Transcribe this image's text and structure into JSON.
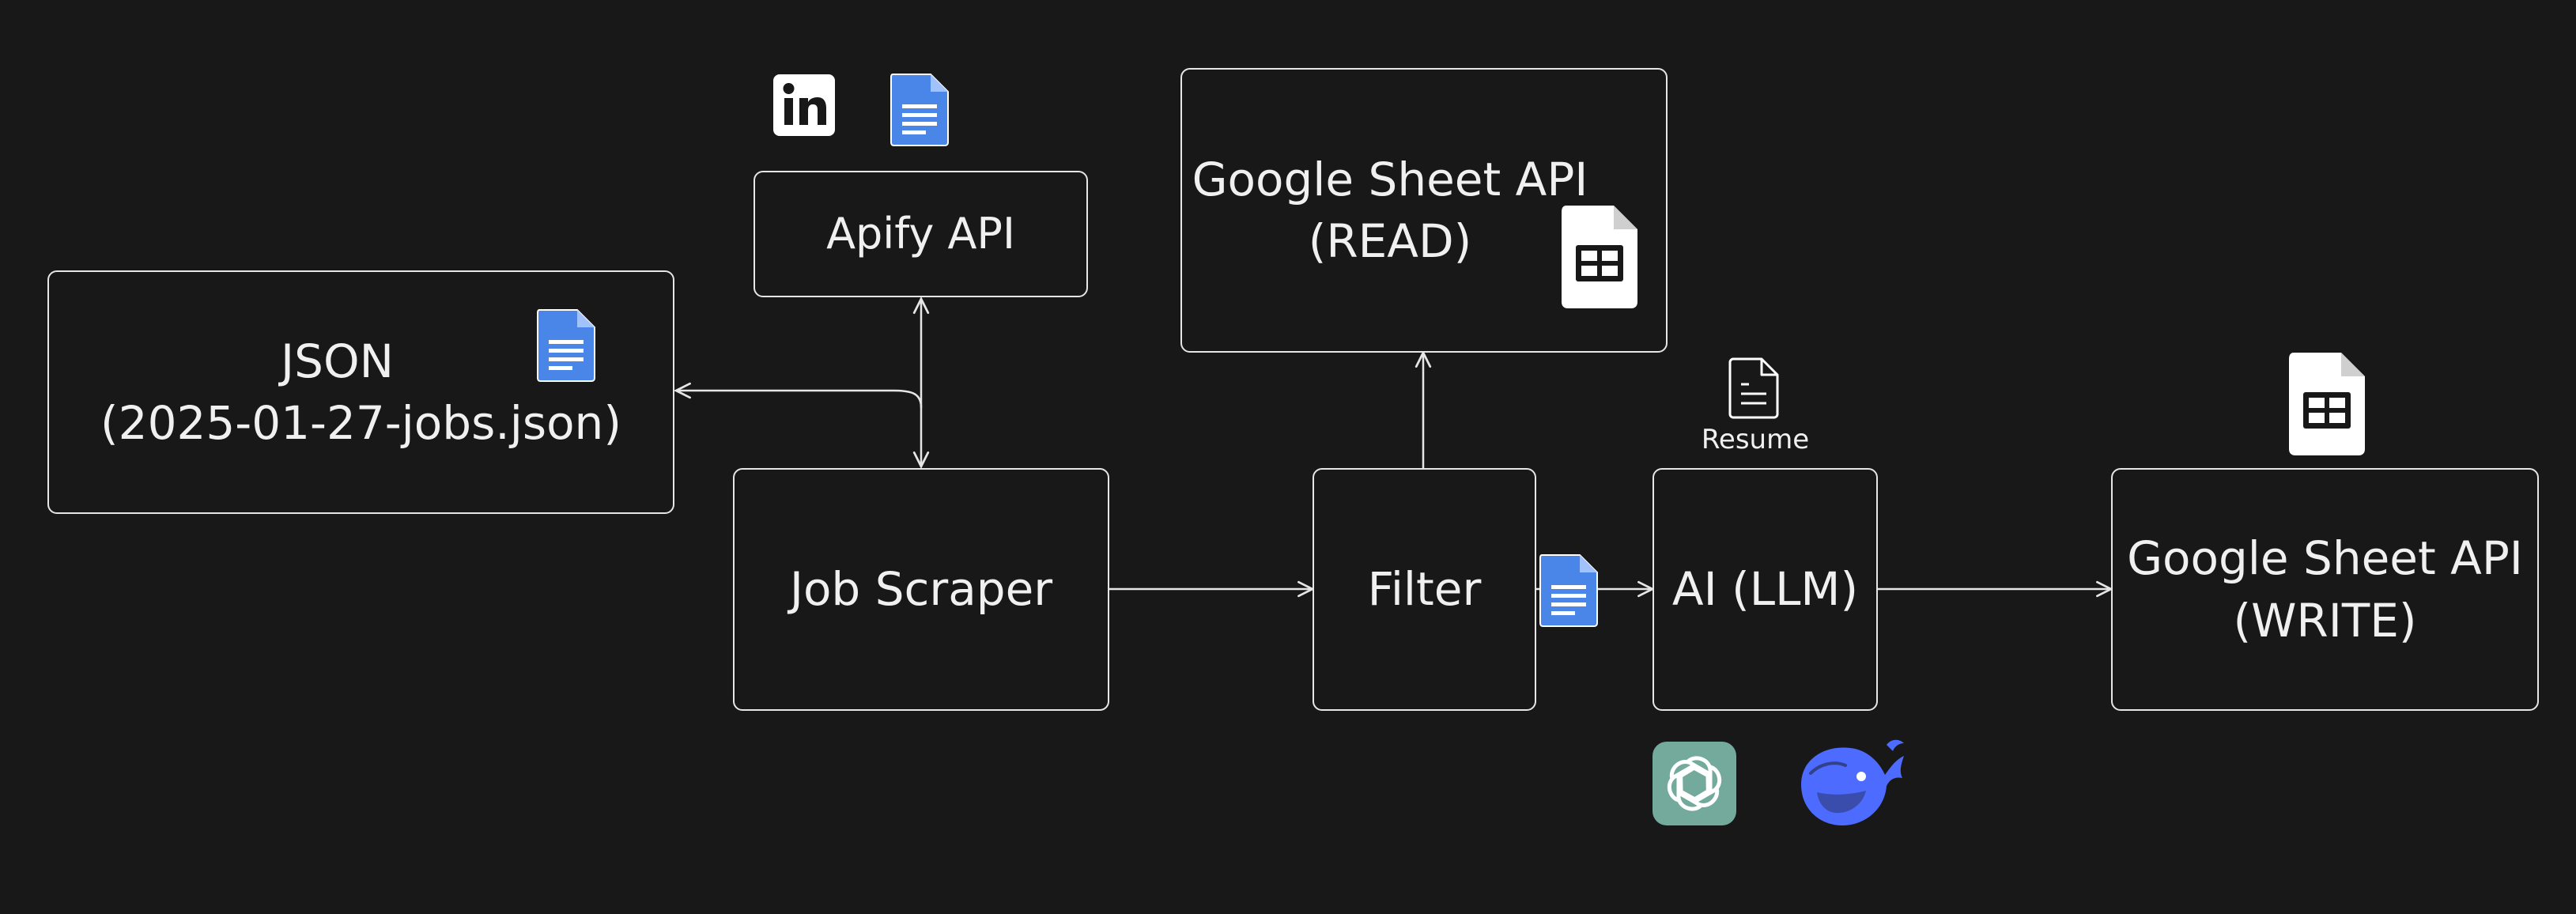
{
  "nodes": {
    "json_store": {
      "title": "JSON",
      "subtitle": "(2025-01-27-jobs.json)"
    },
    "apify": {
      "title": "Apify API"
    },
    "scraper": {
      "title": "Job Scraper"
    },
    "sheet_read": {
      "title": "Google Sheet API",
      "subtitle": "(READ)"
    },
    "filter": {
      "title": "Filter"
    },
    "ai": {
      "title": "AI (LLM)"
    },
    "sheet_write": {
      "title": "Google Sheet API",
      "subtitle": "(WRITE)"
    }
  },
  "labels": {
    "resume": "Resume"
  },
  "icons": {
    "linkedin": "linkedin-icon",
    "doc": "google-docs-icon",
    "sheets": "google-sheets-icon",
    "resume": "resume-file-icon",
    "openai": "openai-icon",
    "deepseek": "deepseek-whale-icon"
  },
  "colors": {
    "background": "#181818",
    "stroke": "#e6e6e6",
    "docs_blue": "#4a86e8",
    "openai_green": "#74aa9c",
    "deepseek_blue": "#4d6bfe"
  }
}
